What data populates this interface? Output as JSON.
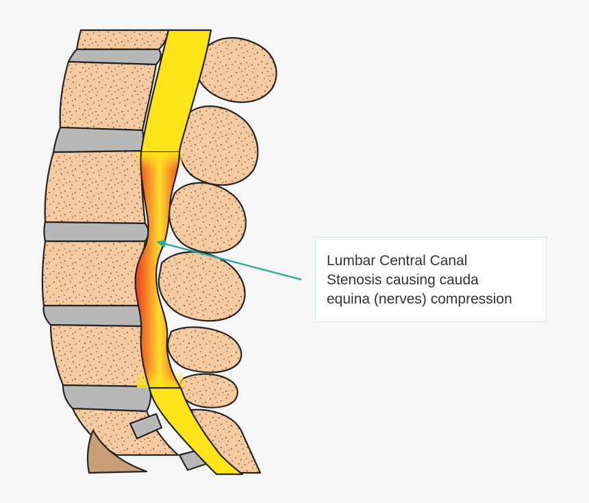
{
  "colors": {
    "background": "#f6f6f6",
    "bone": "#f5caa0",
    "bone_shadow": "#c99f79",
    "disc": "#b8b8b8",
    "spinal_canal": "#ffe41a",
    "compression": "#ef3c22",
    "arrow": "#2aa79b",
    "outline": "#222222"
  },
  "callout": {
    "lines": [
      "Lumbar Central Canal",
      "Stenosis causing cauda",
      "equina (nerves) compression"
    ]
  }
}
